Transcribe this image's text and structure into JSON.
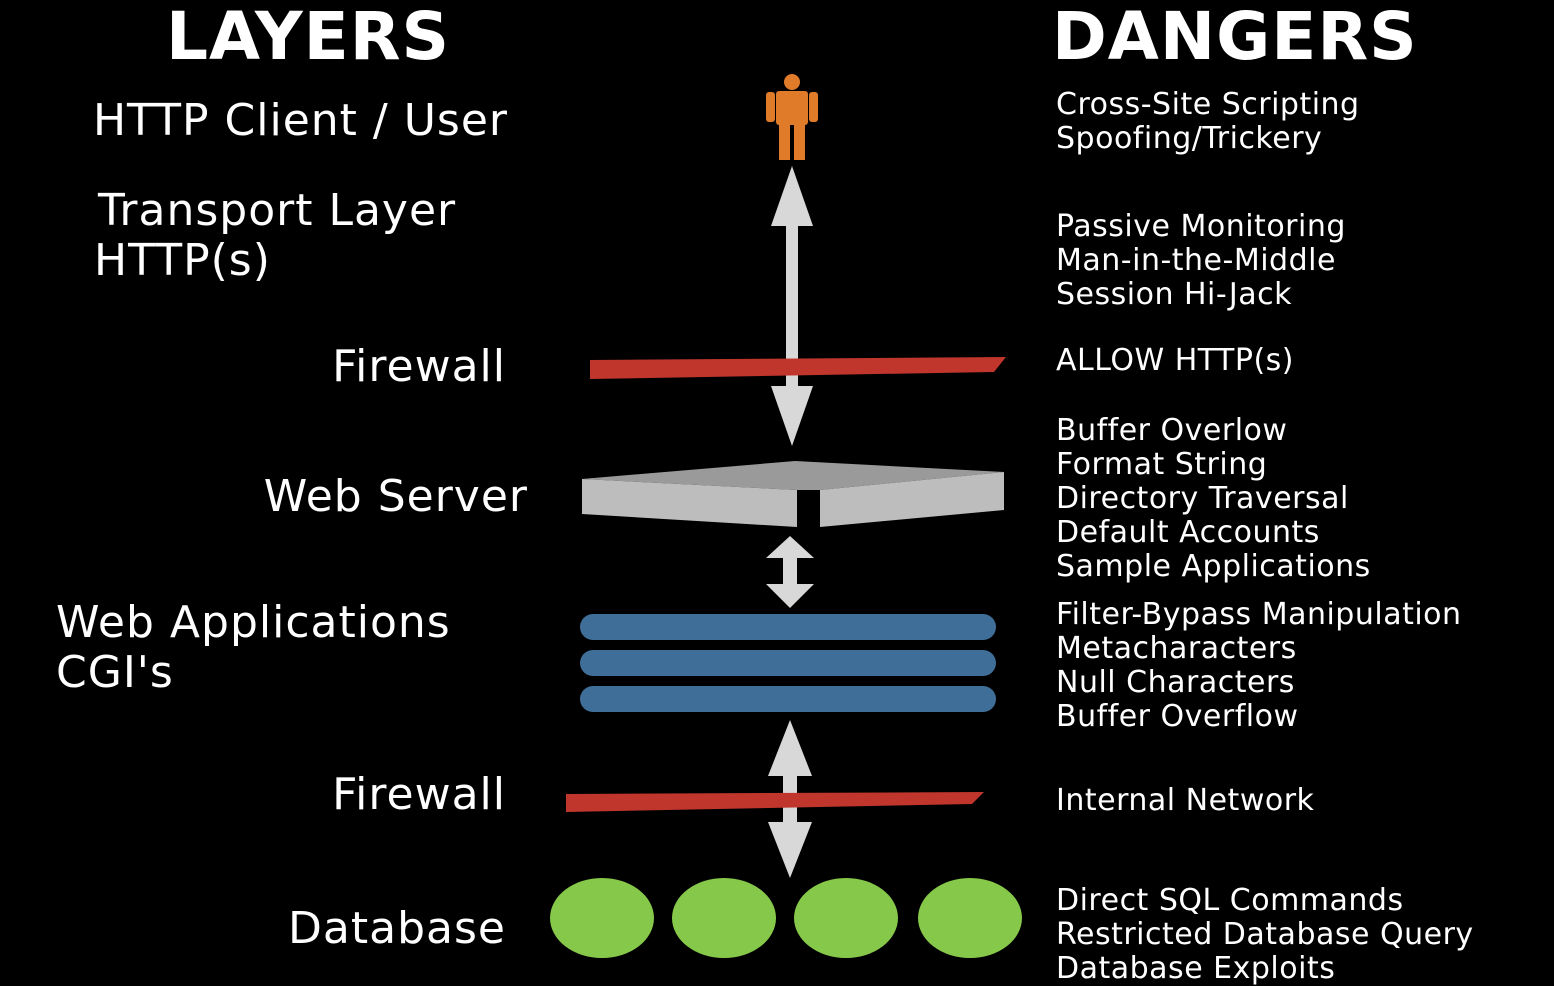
{
  "headings": {
    "layers": "LAYERS",
    "dangers": "DANGERS"
  },
  "layers": [
    {
      "lines": [
        "HTTP Client / User"
      ]
    },
    {
      "lines": [
        "Transport Layer",
        "HTTP(s)"
      ]
    },
    {
      "lines": [
        "Firewall"
      ]
    },
    {
      "lines": [
        "Web Server"
      ]
    },
    {
      "lines": [
        "Web Applications",
        "CGI's"
      ]
    },
    {
      "lines": [
        "Firewall"
      ]
    },
    {
      "lines": [
        "Database"
      ]
    }
  ],
  "dangers": [
    {
      "items": [
        "Cross-Site Scripting",
        "Spoofing/Trickery"
      ]
    },
    {
      "items": [
        "Passive Monitoring",
        "Man-in-the-Middle",
        "Session Hi-Jack"
      ]
    },
    {
      "items": [
        "ALLOW HTTP(s)"
      ]
    },
    {
      "items": [
        "Buffer Overlow",
        "Format String",
        "Directory Traversal",
        "Default Accounts",
        "Sample Applications"
      ]
    },
    {
      "items": [
        "Filter-Bypass Manipulation",
        "Metacharacters",
        "Null Characters",
        "Buffer Overflow"
      ]
    },
    {
      "items": [
        "Internal Network"
      ]
    },
    {
      "items": [
        "Direct SQL Commands",
        "Restricted Database Query",
        "Database Exploits"
      ]
    }
  ],
  "colors": {
    "background": "#000000",
    "text": "#ffffff",
    "user_icon": "#e07b2a",
    "arrow": "#d8d8d8",
    "firewall": "#c0362c",
    "server_top": "#9a9a9a",
    "server_front": "#bdbdbd",
    "app_bar": "#3f6e99",
    "database": "#86c94a"
  },
  "icons": {
    "user": "person-icon",
    "firewall": "firewall-bar",
    "server": "server-box",
    "applications": "application-stack",
    "database": "database-disk"
  }
}
